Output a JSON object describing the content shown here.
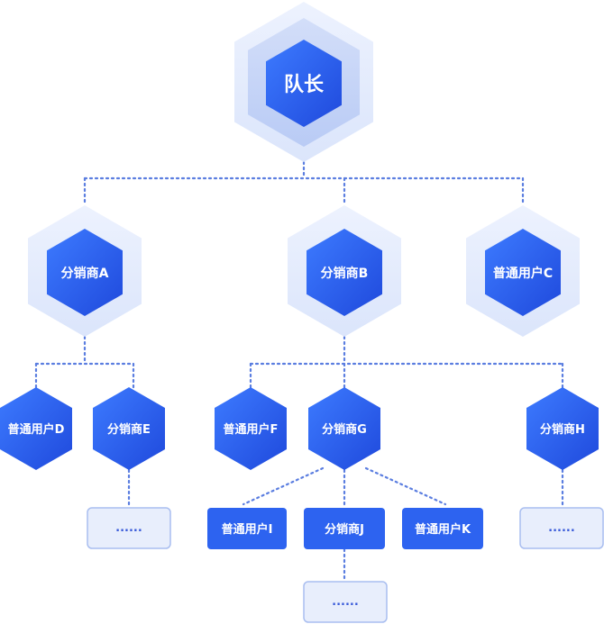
{
  "colors": {
    "primary": "#2d63f0",
    "primary_dark": "#1d45d6",
    "halo_outer": "#e3ebfc",
    "halo_mid": "#c5d4fa",
    "placeholder_fill": "#e8eefc",
    "placeholder_border": "#a9bef0",
    "connector": "#5a7de0"
  },
  "nodes": {
    "captain": "队长",
    "distributor_a": "分销商A",
    "distributor_b": "分销商B",
    "user_c": "普通用户C",
    "user_d": "普通用户D",
    "distributor_e": "分销商E",
    "user_f": "普通用户F",
    "distributor_g": "分销商G",
    "distributor_h": "分销商H",
    "user_i": "普通用户I",
    "distributor_j": "分销商J",
    "user_k": "普通用户K"
  },
  "placeholders": {
    "under_e": "......",
    "under_h": "......",
    "under_j": "......"
  }
}
